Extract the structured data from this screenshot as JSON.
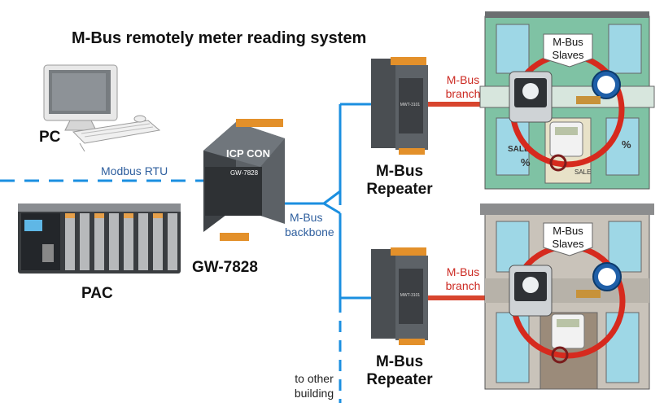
{
  "diagram": {
    "title": "M-Bus remotely meter reading system",
    "nodes": {
      "pc": "PC",
      "pac": "PAC",
      "gateway": "GW-7828",
      "gateway_brand": "ICP CON",
      "gateway_model": "GW-7828",
      "repeater_top": [
        "M-Bus",
        "Repeater"
      ],
      "repeater_bottom": [
        "M-Bus",
        "Repeater"
      ],
      "repeater_device_label": "MWT-3101"
    },
    "links": {
      "modbus_rtu": "Modbus RTU",
      "backbone": [
        "M-Bus",
        "backbone"
      ],
      "branch_top": [
        "M-Bus",
        "branch"
      ],
      "branch_bottom": [
        "M-Bus",
        "branch"
      ],
      "other_building": [
        "to other",
        "building"
      ]
    },
    "buildings": {
      "top_slaves": [
        "M-Bus",
        "Slaves"
      ],
      "bottom_slaves": [
        "M-Bus",
        "Slaves"
      ],
      "shop_signs": [
        "SALE",
        "SALE",
        "%",
        "%"
      ]
    },
    "colors": {
      "bus_blue": "#1b8fe0",
      "branch_red": "#d8452e",
      "ring_red": "#d62a1e",
      "top_building": "#7fc2a4",
      "bottom_building": "#c9c3ba"
    }
  }
}
